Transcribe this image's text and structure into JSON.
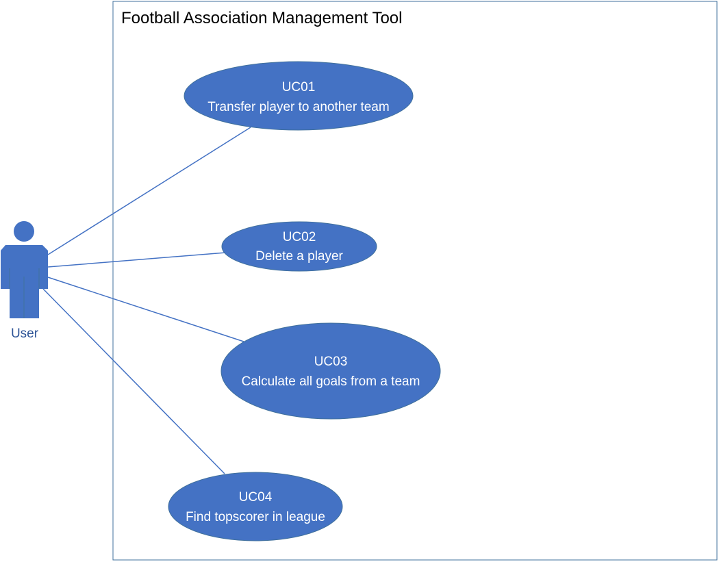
{
  "colors": {
    "accent": "#4472C4",
    "border": "#41719C",
    "line": "#4472C4",
    "background": "#FFFFFF",
    "text_on_accent": "#FFFFFF",
    "actor_label": "#2F5597"
  },
  "system": {
    "title": "Football Association Management Tool"
  },
  "actor": {
    "icon": "person-icon",
    "label": "User"
  },
  "use_cases": [
    {
      "id": "UC01",
      "name": "Transfer player to another team"
    },
    {
      "id": "UC02",
      "name": "Delete a player"
    },
    {
      "id": "UC03",
      "name": "Calculate all goals from a team"
    },
    {
      "id": "UC04",
      "name": "Find topscorer in league"
    }
  ]
}
